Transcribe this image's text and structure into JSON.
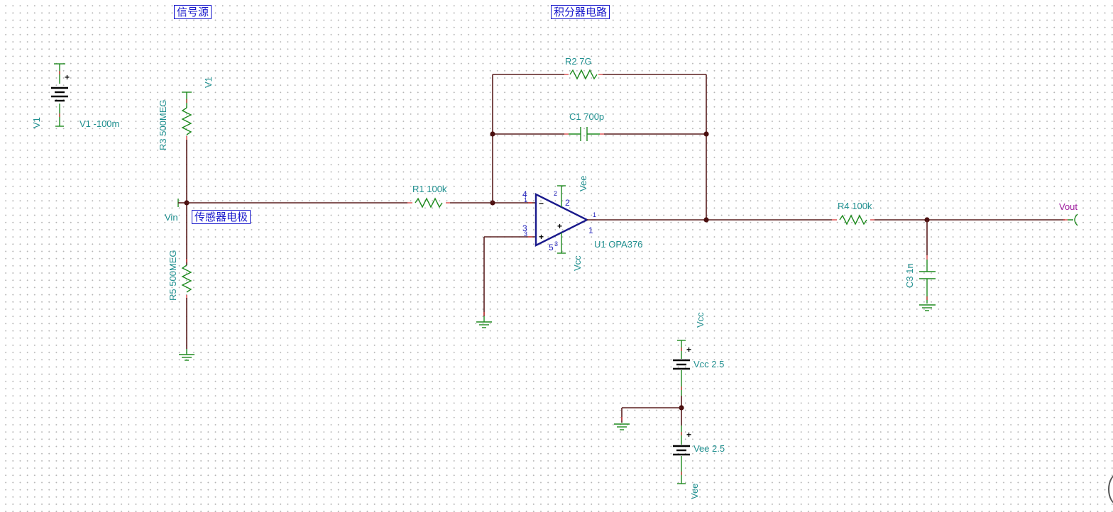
{
  "text_boxes": {
    "signal_source": "信号源",
    "integrator_circuit": "积分器电路",
    "sensor_electrode": "传感器电极"
  },
  "components": {
    "v1": {
      "name": "V1",
      "value": "V1 -100m",
      "plus": "+"
    },
    "r3": {
      "label": "R3 500MEG",
      "net": "V1"
    },
    "r5": {
      "label": "R5 500MEG"
    },
    "r1": {
      "label": "R1 100k"
    },
    "r2": {
      "label": "R2 7G"
    },
    "c1": {
      "label": "C1 700p"
    },
    "u1": {
      "label": "U1 OPA376",
      "pin_top_a": "4",
      "pin_top_b": "1",
      "pin_top_ref": "2",
      "pin_top_num": "2",
      "pin_in_num": "3",
      "pin_in_sub": "3",
      "pin_bot_a": "5",
      "pin_bot_b": "3",
      "pin_out": "1",
      "pin_out_num": "1",
      "minus": "−",
      "plus_sign": "+",
      "plus_inner": "+",
      "vee": "Vee",
      "vcc": "Vcc"
    },
    "r4": {
      "label": "R4 100k"
    },
    "c3": {
      "label": "C3 1n"
    },
    "vcc_src": {
      "label": "Vcc 2.5",
      "net": "Vcc",
      "plus": "+"
    },
    "vee_src": {
      "label": "Vee 2.5",
      "net": "Vee",
      "plus": "+"
    }
  },
  "nets": {
    "vin": "Vin",
    "vout": "Vout"
  },
  "colors": {
    "wire": "#5a1e1e",
    "component": "#1f8a1f",
    "label": "#1f8f8f",
    "opamp": "#1a1a8c",
    "text_box": "#1a1acc",
    "output_label": "#a020a0",
    "pin_tick": "#d42a2a"
  }
}
